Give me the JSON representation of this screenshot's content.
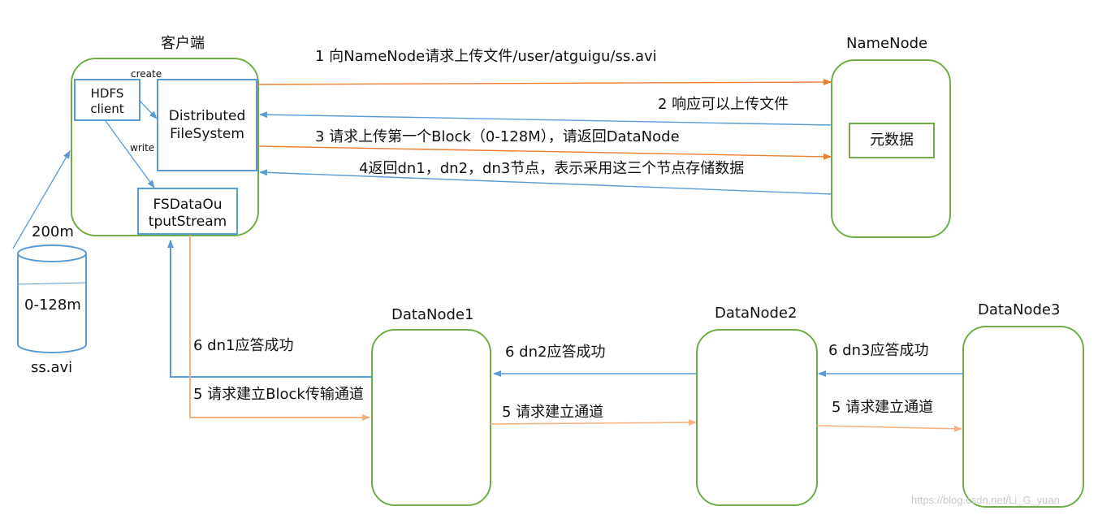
{
  "colors": {
    "node_border": "#70ad47",
    "box_border": "#5b9bd5",
    "arrow_blue": "#5b9bd5",
    "arrow_orange": "#ed7d31",
    "arrow_peach": "#f4b183"
  },
  "client": {
    "title": "客户端",
    "hdfs_client": [
      "HDFS",
      "client"
    ],
    "distributed_fs": [
      "Distributed",
      "FileSystem"
    ],
    "output_stream": [
      "FSDataOu",
      "tputStream"
    ],
    "create_label": "create",
    "write_label": "write"
  },
  "file": {
    "size_label": "200m",
    "block_label": "0-128m",
    "name": "ss.avi"
  },
  "namenode": {
    "title": "NameNode",
    "metadata": "元数据"
  },
  "datanodes": [
    "DataNode1",
    "DataNode2",
    "DataNode3"
  ],
  "messages": {
    "m1": "1 向NameNode请求上传文件/user/atguigu/ss.avi",
    "m2": "2 响应可以上传文件",
    "m3": "3 请求上传第一个Block（0-128M），请返回DataNode",
    "m4": "4返回dn1，dn2，dn3节点，表示采用这三个节点存储数据",
    "m5_client": "5 请求建立Block传输通道",
    "m5_dn1": "5 请求建立通道",
    "m5_dn2": "5 请求建立通道",
    "m6_client": "6 dn1应答成功",
    "m6_dn2": "6 dn2应答成功",
    "m6_dn3": "6 dn3应答成功"
  },
  "watermark": "https://blog.csdn.net/Li_G_yuan"
}
